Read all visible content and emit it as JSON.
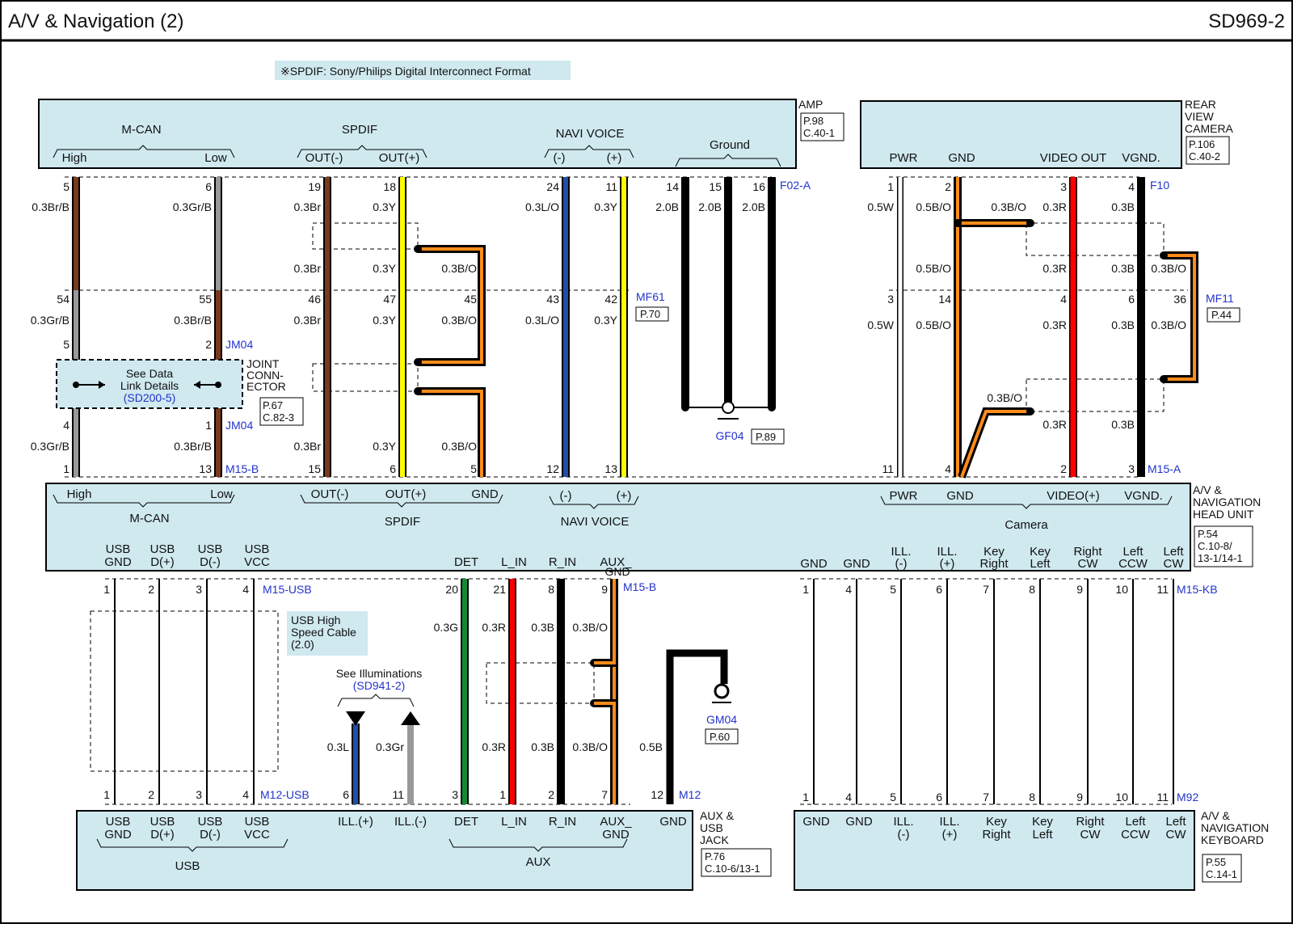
{
  "header": {
    "title": "A/V & Navigation (2)",
    "code": "SD969-2"
  },
  "note": "※SPDIF: Sony/Philips Digital Interconnect Format",
  "colors": {
    "box_fill": "#cfe9ef",
    "link": "#2233cc",
    "brown": "#7a3a1e",
    "gray": "#999999",
    "yellow": "#ffff00",
    "blue": "#1f4fa8",
    "orange": "#ff8c1a",
    "red": "#ff0000",
    "green": "#138a36",
    "black": "#000000"
  },
  "amp": {
    "name": "AMP",
    "ref1": "P.98",
    "ref2": "C.40-1",
    "connector": "F02-A",
    "groups": {
      "mcan": "M-CAN",
      "spdif": "SPDIF",
      "navi": "NAVI VOICE",
      "ground": "Ground"
    },
    "pins": {
      "high": "High",
      "low": "Low",
      "out_minus": "OUT(-)",
      "out_plus": "OUT(+)",
      "navi_minus": "(-)",
      "navi_plus": "(+)"
    }
  },
  "camera": {
    "name": "REAR VIEW CAMERA",
    "ref1": "P.106",
    "ref2": "C.40-2",
    "connector": "F10",
    "pins": {
      "pwr": "PWR",
      "gnd": "GND",
      "video": "VIDEO OUT",
      "vgnd": "VGND."
    }
  },
  "connectors": {
    "mf61": "MF61",
    "mf61_ref": "P.70",
    "mf11": "MF11",
    "mf11_ref": "P.44",
    "jm04": "JM04",
    "m15b": "M15-B",
    "m15a": "M15-A",
    "m15usb": "M15-USB",
    "m15kb": "M15-KB",
    "m12usb": "M12-USB",
    "m12": "M12",
    "m92": "M92"
  },
  "joint": {
    "label1": "JOINT",
    "label2": "CONN-",
    "label3": "ECTOR",
    "ref1": "P.67",
    "ref2": "C.82-3",
    "see1": "See Data",
    "see2": "Link Details",
    "see_ref": "(SD200-5)"
  },
  "grounds": {
    "gf04": "GF04",
    "gf04_ref": "P.89",
    "gm04": "GM04",
    "gm04_ref": "P.60"
  },
  "headunit": {
    "name1": "A/V &",
    "name2": "NAVIGATION",
    "name3": "HEAD UNIT",
    "ref1": "P.54",
    "ref2": "C.10-8/",
    "ref3": "13-1/14-1",
    "top": {
      "high": "High",
      "low": "Low",
      "mcan": "M-CAN",
      "out_minus": "OUT(-)",
      "out_plus": "OUT(+)",
      "gnd": "GND",
      "spdif": "SPDIF",
      "navi_minus": "(-)",
      "navi_plus": "(+)",
      "navi": "NAVI VOICE",
      "pwr": "PWR",
      "cam_gnd": "GND",
      "video": "VIDEO(+)",
      "vgnd": "VGND.",
      "camera": "Camera"
    },
    "usb": [
      [
        "USB",
        "GND"
      ],
      [
        "USB",
        "D(+)"
      ],
      [
        "USB",
        "D(-)"
      ],
      [
        "USB",
        "VCC"
      ]
    ],
    "aux": [
      [
        "DET",
        ""
      ],
      [
        "L_IN",
        ""
      ],
      [
        "R_IN",
        ""
      ],
      [
        "AUX_",
        "GND"
      ]
    ],
    "kb": [
      [
        "GND",
        ""
      ],
      [
        "GND",
        ""
      ],
      [
        "ILL.",
        "(-)"
      ],
      [
        "ILL.",
        "(+)"
      ],
      [
        "Key",
        "Right"
      ],
      [
        "Key",
        "Left"
      ],
      [
        "Right",
        "CW"
      ],
      [
        "Left",
        "CCW"
      ],
      [
        "Left",
        "CW"
      ]
    ]
  },
  "usbcable": {
    "l1": "USB High",
    "l2": "Speed Cable",
    "l3": "(2.0)"
  },
  "illum": {
    "l1": "See Illuminations",
    "ref": "(SD941-2)"
  },
  "jack": {
    "name1": "AUX &",
    "name2": "USB",
    "name3": "JACK",
    "ref1": "P.76",
    "ref2": "C.10-6/13-1",
    "pins": [
      [
        "USB",
        "GND"
      ],
      [
        "USB",
        "D(+)"
      ],
      [
        "USB",
        "D(-)"
      ],
      [
        "USB",
        "VCC"
      ],
      [
        "ILL.(+)",
        ""
      ],
      [
        "ILL.(-)",
        ""
      ],
      [
        "DET",
        ""
      ],
      [
        "L_IN",
        ""
      ],
      [
        "R_IN",
        ""
      ],
      [
        "AUX_",
        "GND"
      ],
      [
        "GND",
        ""
      ]
    ],
    "usb_group": "USB",
    "aux_group": "AUX"
  },
  "keyboard": {
    "name1": "A/V &",
    "name2": "NAVIGATION",
    "name3": "KEYBOARD",
    "ref1": "P.55",
    "ref2": "C.14-1",
    "pins": [
      [
        "GND",
        ""
      ],
      [
        "GND",
        ""
      ],
      [
        "ILL.",
        "(-)"
      ],
      [
        "ILL.",
        "(+)"
      ],
      [
        "Key",
        "Right"
      ],
      [
        "Key",
        "Left"
      ],
      [
        "Right",
        "CW"
      ],
      [
        "Left",
        "CCW"
      ],
      [
        "Left",
        "CW"
      ]
    ]
  },
  "wire_labels": {
    "w1a": "0.3Br/B",
    "w1b": "0.3Gr/B",
    "w1c": "0.3Gr/B",
    "w2a": "0.3Gr/B",
    "w2b": "0.3Br/B",
    "w2c": "0.3Br/B",
    "w3": "0.3Br",
    "w4": "0.3Y",
    "w5": "0.3B/O",
    "w6": "0.3L/O",
    "w7": "0.3Y",
    "w8": "2.0B",
    "w9": "0.5W",
    "w10": "0.5B/O",
    "w11": "0.3B/O",
    "w12": "0.3R",
    "w13": "0.3B",
    "w14": "0.3G",
    "w15": "0.3R",
    "w16": "0.3B",
    "w17": "0.3B/O",
    "w18": "0.3L",
    "w19": "0.3Gr",
    "w20": "0.5B"
  },
  "pin_numbers": {
    "amp": [
      "5",
      "6",
      "19",
      "18",
      "24",
      "11",
      "14",
      "15",
      "16"
    ],
    "mid": [
      "54",
      "55",
      "46",
      "47",
      "45",
      "43",
      "42"
    ],
    "jm": [
      "5",
      "2",
      "4",
      "1"
    ],
    "hu_top": [
      "1",
      "13",
      "15",
      "6",
      "5",
      "12",
      "13"
    ],
    "cam": [
      "1",
      "2",
      "3",
      "4"
    ],
    "mf11": [
      "3",
      "14",
      "4",
      "6",
      "36"
    ],
    "hu_cam": [
      "11",
      "4",
      "2",
      "3"
    ],
    "usb": [
      "1",
      "2",
      "3",
      "4"
    ],
    "aux": [
      "20",
      "21",
      "8",
      "9"
    ],
    "kb": [
      "1",
      "4",
      "5",
      "6",
      "7",
      "8",
      "9",
      "10",
      "11"
    ],
    "jack": [
      "1",
      "2",
      "3",
      "4",
      "6",
      "11",
      "3",
      "1",
      "2",
      "7",
      "12"
    ],
    "kbd": [
      "1",
      "4",
      "5",
      "6",
      "7",
      "8",
      "9",
      "10",
      "11"
    ]
  }
}
